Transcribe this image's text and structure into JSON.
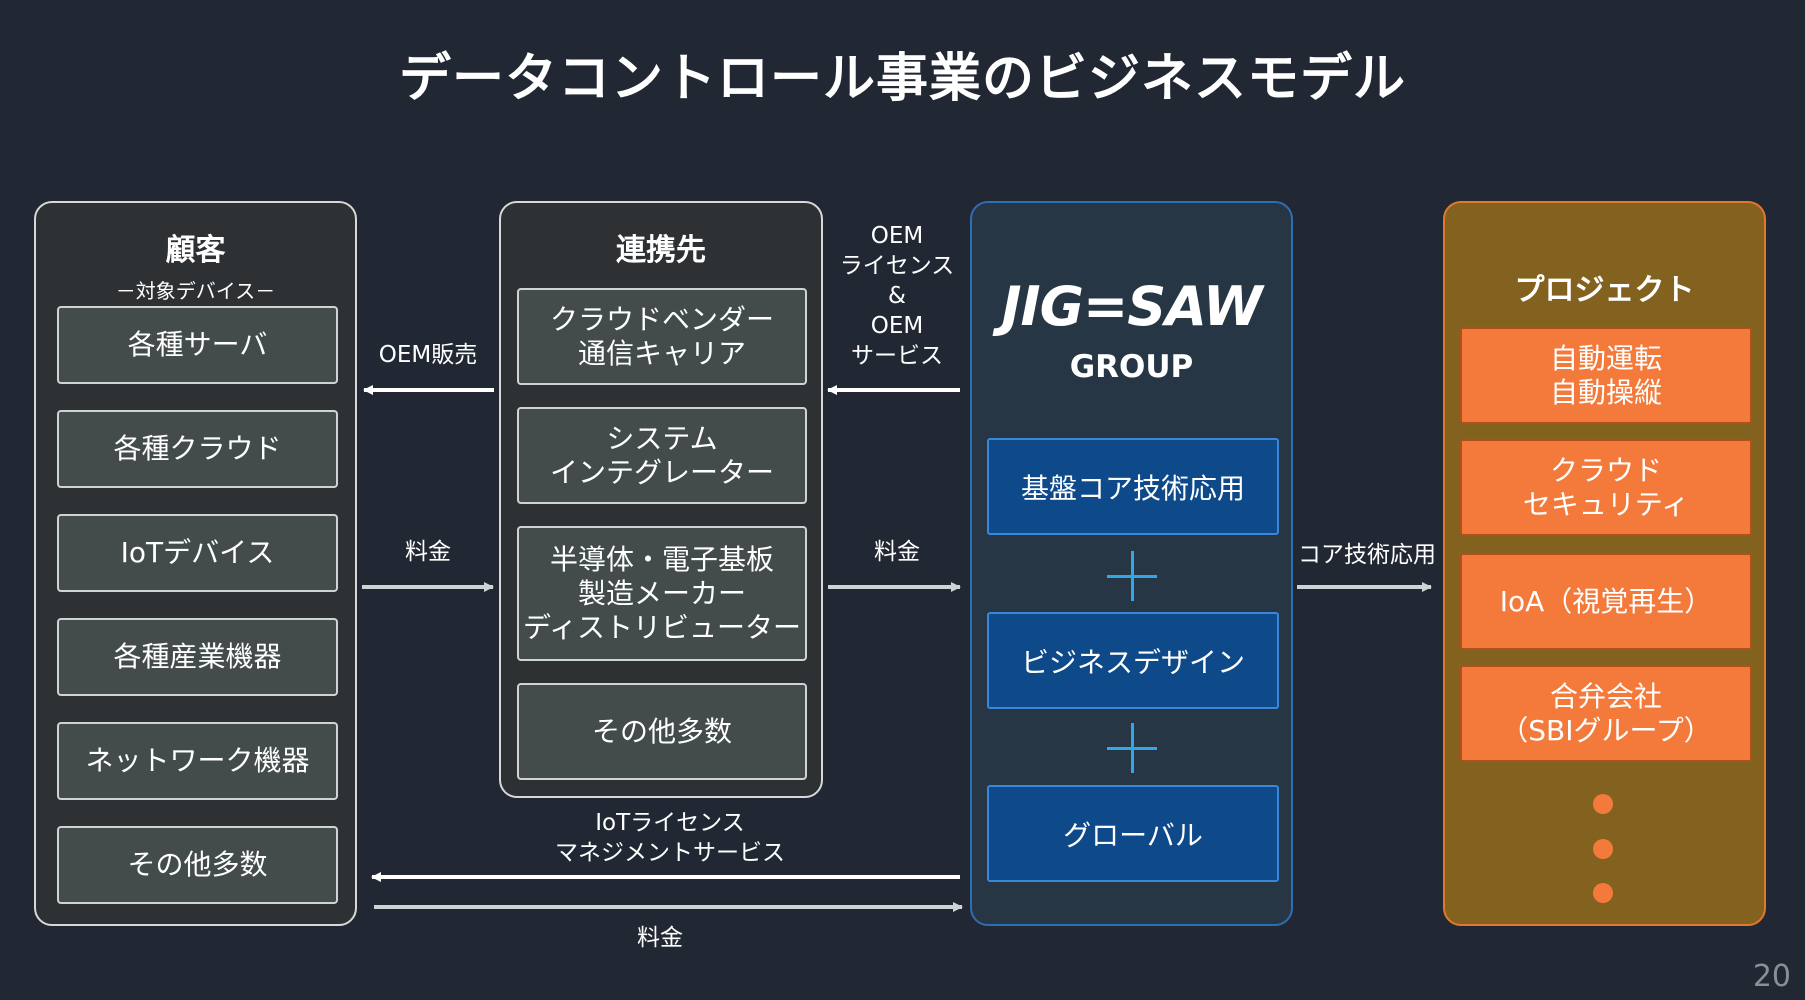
{
  "title": "データコントロール事業のビジネスモデル",
  "customers": {
    "heading": "顧客",
    "subheading": "－対象デバイス－",
    "items": [
      "各種サーバ",
      "各種クラウド",
      "IoTデバイス",
      "各種産業機器",
      "ネットワーク機器",
      "その他多数"
    ]
  },
  "partners": {
    "heading": "連携先",
    "items": [
      "クラウドベンダー\n通信キャリア",
      "システム\nインテグレーター",
      "半導体・電子基板\n製造メーカー\nディストリビューター",
      "その他多数"
    ]
  },
  "jigsaw": {
    "logo_text": "JIG=SAW",
    "group": "GROUP",
    "items": [
      "基盤コア技術応用",
      "ビジネスデザイン",
      "グローバル"
    ]
  },
  "projects": {
    "heading": "プロジェクト",
    "items": [
      "自動運転\n自動操縦",
      "クラウド\nセキュリティ",
      "IoA（視覚再生）",
      "合弁会社\n（SBIグループ）"
    ]
  },
  "flows": {
    "oem_sales": "OEM販売",
    "fee_1": "料金",
    "oem_license": "OEM\nライセンス\n&\nOEM\nサービス",
    "fee_2": "料金",
    "core_tech": "コア技術応用",
    "iot_license": "IoTライセンス\nマネジメントサービス",
    "fee_3": "料金"
  },
  "page_number": "20",
  "colors": {
    "background": "#222833",
    "panel": "#2e3134",
    "blue_box": "#0e4a8a",
    "orange_box": "#f47a3c",
    "project_panel": "#83621f",
    "plus": "#33a7e6"
  }
}
